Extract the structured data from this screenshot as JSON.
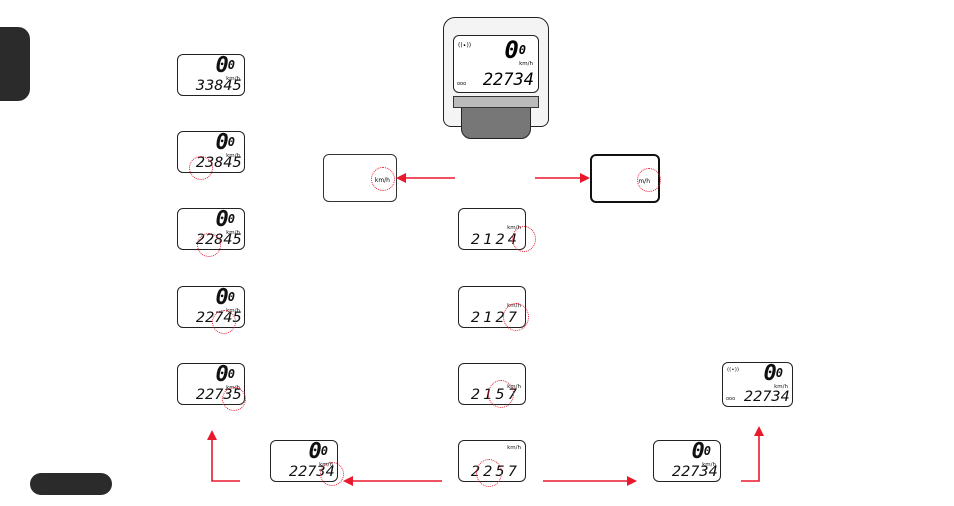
{
  "device": {
    "speed": "0",
    "speed_dec": "0",
    "unit": "km/h",
    "odo": "22734",
    "trip_icon": "((∙))",
    "odo_icon": "ooo"
  },
  "left_column": [
    {
      "speed": "0",
      "speed_dec": "0",
      "unit": "km/h",
      "odo": "33845"
    },
    {
      "speed": "0",
      "speed_dec": "0",
      "unit": "km/h",
      "odo": "23845"
    },
    {
      "speed": "0",
      "speed_dec": "0",
      "unit": "km/h",
      "odo": "22845"
    },
    {
      "speed": "0",
      "speed_dec": "0",
      "unit": "km/h",
      "odo": "22745"
    },
    {
      "speed": "0",
      "speed_dec": "0",
      "unit": "km/h",
      "odo": "22735"
    }
  ],
  "unit_select": {
    "left_label": "km/h",
    "right_label": "m/h"
  },
  "middle_column": [
    {
      "unit": "km/h",
      "code": "2124"
    },
    {
      "unit": "km/h",
      "code": "2127"
    },
    {
      "unit": "km/h",
      "code": "2157"
    },
    {
      "unit": "km/h",
      "code": "2257"
    }
  ],
  "bottom_left": {
    "speed": "0",
    "speed_dec": "0",
    "unit": "km/h",
    "odo": "22734"
  },
  "bottom_right": {
    "speed": "0",
    "speed_dec": "0",
    "unit": "km/h",
    "odo": "22734"
  },
  "final": {
    "speed": "0",
    "speed_dec": "0",
    "unit": "km/h",
    "odo": "22734",
    "trip_icon": "((∙))",
    "odo_icon": "ooo"
  },
  "colors": {
    "accent": "#e8192c",
    "tab": "#2b2b2b"
  }
}
